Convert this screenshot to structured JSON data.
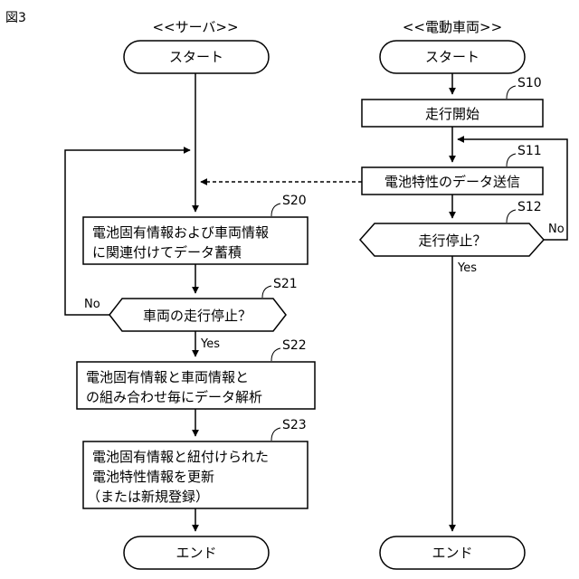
{
  "figure_label": "図3",
  "server": {
    "header": "<<サーバ>>",
    "start": "スタート",
    "s20": {
      "step": "S20",
      "line1": "電池固有情報および車両情報",
      "line2": "に関連付けてデータ蓄積"
    },
    "s21": {
      "step": "S21",
      "text": "車両の走行停止？",
      "no": "No",
      "yes": "Yes"
    },
    "s22": {
      "step": "S22",
      "line1": "電池固有情報と車両情報と",
      "line2": "の組み合わせ毎にデータ解析"
    },
    "s23": {
      "step": "S23",
      "line1": "電池固有情報と紐付けられた",
      "line2": "電池特性情報を更新",
      "line3": "（または新規登録）"
    },
    "end": "エンド"
  },
  "vehicle": {
    "header": "<<電動車両>>",
    "start": "スタート",
    "s10": {
      "step": "S10",
      "text": "走行開始"
    },
    "s11": {
      "step": "S11",
      "text": "電池特性のデータ送信"
    },
    "s12": {
      "step": "S12",
      "text": "走行停止？",
      "no": "No",
      "yes": "Yes"
    },
    "end": "エンド"
  }
}
